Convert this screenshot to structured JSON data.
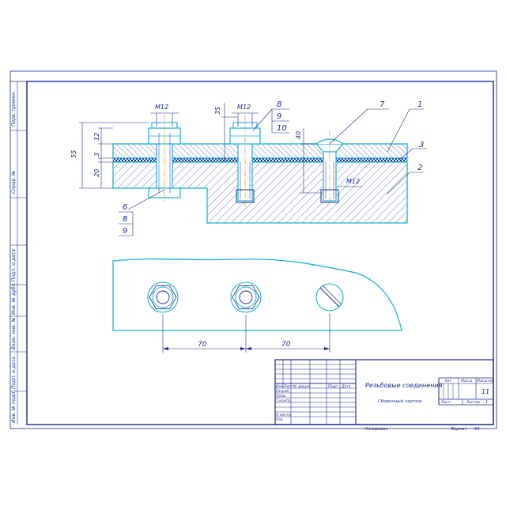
{
  "colors": {
    "ink": "#1a2a8a",
    "outline": "#19b0d8",
    "centerline": "#e0a020",
    "paper": "#ffffff"
  },
  "side_stamp": {
    "labels": [
      "Перв. примен.",
      "Справ. №",
      "Подп. и дата",
      "Инв. № дубл.",
      "Взам. инв. №",
      "Подп. и дата",
      "Инв. № подл."
    ]
  },
  "section_view": {
    "dims": {
      "thread_left": "M12",
      "thread_mid": "M12",
      "thread_right": "M12",
      "total_height": "55",
      "top_plate": "12",
      "gasket": "3",
      "bottom_part": "20",
      "stud_len": "35",
      "screw_len": "40"
    },
    "callouts": {
      "stack_left": [
        "6",
        "8",
        "9"
      ],
      "stack_mid": [
        "8",
        "9",
        "10"
      ],
      "screw": "7",
      "plate": "1",
      "gasket": "3",
      "body": "2"
    }
  },
  "plan_view": {
    "pitch_1": "70",
    "pitch_2": "70"
  },
  "title_block": {
    "title": "Резьбовые соединения",
    "subtitle": "Сборочный чертеж",
    "col_headers": [
      "Изм",
      "Лист",
      "№ докум.",
      "Подп.",
      "Дата"
    ],
    "row_labels": [
      "Разраб.",
      "Пров.",
      "Т.контр.",
      "",
      "Н.контр.",
      "Утв."
    ],
    "lit_label": "Лит.",
    "mass_label": "Масса",
    "scale_label": "Масштаб",
    "scale_value": "11",
    "sheet_label": "Лист",
    "sheets_label": "Листов",
    "sheets_value": "1",
    "copied": "Копировал",
    "format_label": "Формат",
    "format_value": "A3"
  }
}
